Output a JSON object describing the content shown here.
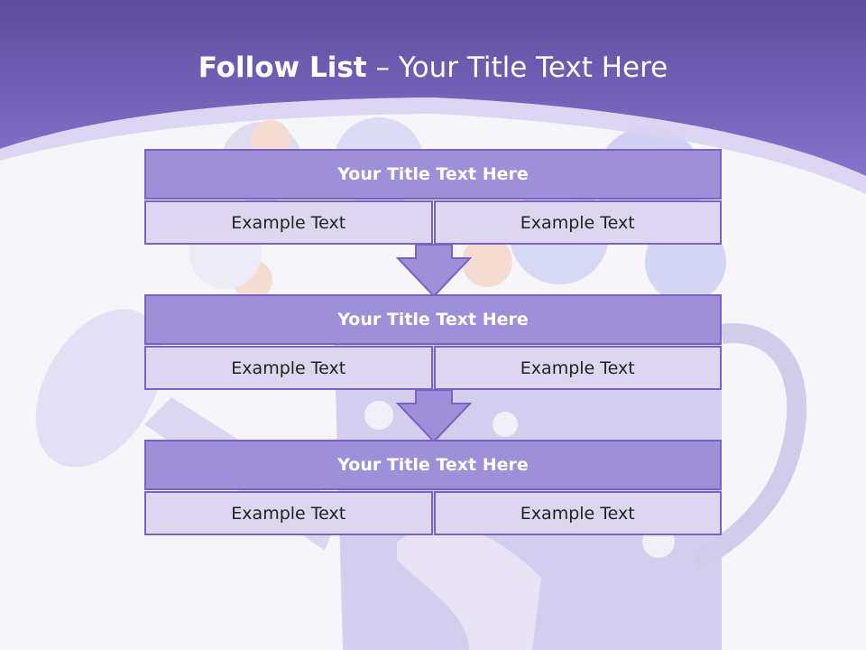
{
  "slide": {
    "title_bold": "Follow List",
    "title_separator": " – ",
    "title_rest": "Your Title Text Here"
  },
  "steps": [
    {
      "title": "Your Title Text Here",
      "left": "Example Text",
      "right": "Example Text"
    },
    {
      "title": "Your Title Text Here",
      "left": "Example Text",
      "right": "Example Text"
    },
    {
      "title": "Your Title Text Here",
      "left": "Example Text",
      "right": "Example Text"
    }
  ],
  "colors": {
    "header_band": "#7f6cc6",
    "block_title_fill": "#9d8fd8",
    "cell_fill": "#dcd6ee",
    "border": "#7a62c4",
    "arrow": "#9d8fd8"
  },
  "background_image": "watering-can-with-flowers"
}
